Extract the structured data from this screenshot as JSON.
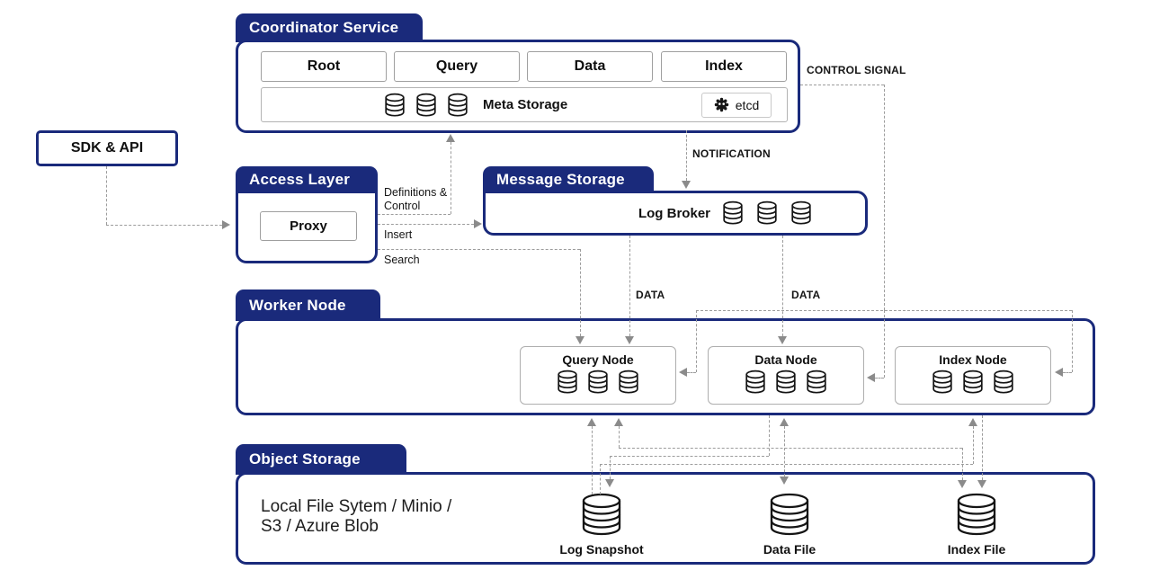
{
  "colors": {
    "navy": "#1A2A7B",
    "line": "#9c9c9c",
    "arrow": "#8b8b8b"
  },
  "coordinator": {
    "title": "Coordinator Service",
    "nodes": [
      "Root",
      "Query",
      "Data",
      "Index"
    ],
    "meta_storage": "Meta Storage",
    "etcd": "etcd"
  },
  "sdk": {
    "label": "SDK & API"
  },
  "access": {
    "title": "Access Layer",
    "proxy": "Proxy"
  },
  "message": {
    "title": "Message Storage",
    "log_broker": "Log Broker"
  },
  "worker": {
    "title": "Worker Node",
    "nodes": [
      "Query Node",
      "Data Node",
      "Index Node"
    ]
  },
  "object": {
    "title": "Object Storage",
    "desc_line1": "Local File Sytem / Minio /",
    "desc_line2": "S3 / Azure Blob",
    "files": [
      "Log Snapshot",
      "Data File",
      "Index File"
    ]
  },
  "labels": {
    "control_signal": "CONTROL SIGNAL",
    "notification": "NOTIFICATION",
    "definitions_1": "Definitions &",
    "definitions_2": "Control",
    "insert": "Insert",
    "search": "Search",
    "data_1": "DATA",
    "data_2": "DATA"
  }
}
